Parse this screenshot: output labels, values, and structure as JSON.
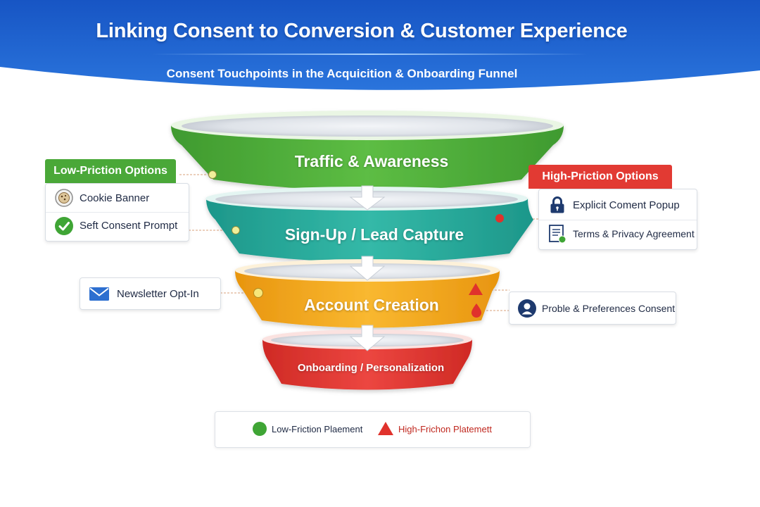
{
  "title": "Linking Consent to Conversion & Customer Experience",
  "subtitle": "Consent Touchpoints in the Acquicition & Onboarding Funnel",
  "colors": {
    "header_blue": "#1f5fc8",
    "stage_green": "#4cac3a",
    "stage_teal": "#26a99a",
    "stage_orange": "#f3a81d",
    "stage_red": "#e2352f",
    "low_friction": "#3fa535",
    "high_friction": "#e0322c"
  },
  "stages": [
    {
      "label": "Traffic & Awareness"
    },
    {
      "label": "Sign-Up / Lead Capture"
    },
    {
      "label": "Account Creation"
    },
    {
      "label": "Onboarding / Personalization"
    }
  ],
  "low_friction_panel": {
    "header": "Low-Priction Options",
    "items": [
      {
        "label": "Cookie Banner",
        "icon": "cookie-icon"
      },
      {
        "label": "Seft Consent Prompt",
        "icon": "check-circle-icon"
      }
    ]
  },
  "high_friction_panel": {
    "header": "High-Priction Options",
    "items": [
      {
        "label": "Explicit Coment Popup",
        "icon": "lock-icon"
      },
      {
        "label": "Terms & Privacy Agreement",
        "icon": "document-icon"
      }
    ]
  },
  "newsletter": {
    "label": "Newsletter Opt-In",
    "icon": "envelope-icon"
  },
  "profile": {
    "label": "Proble & Preferences Consent",
    "icon": "user-profile-icon"
  },
  "legend": {
    "low": {
      "label": "Low-Friction Plaement",
      "icon": "green-circle-icon"
    },
    "high": {
      "label": "High-Frichon Platemett",
      "icon": "red-triangle-icon"
    }
  }
}
